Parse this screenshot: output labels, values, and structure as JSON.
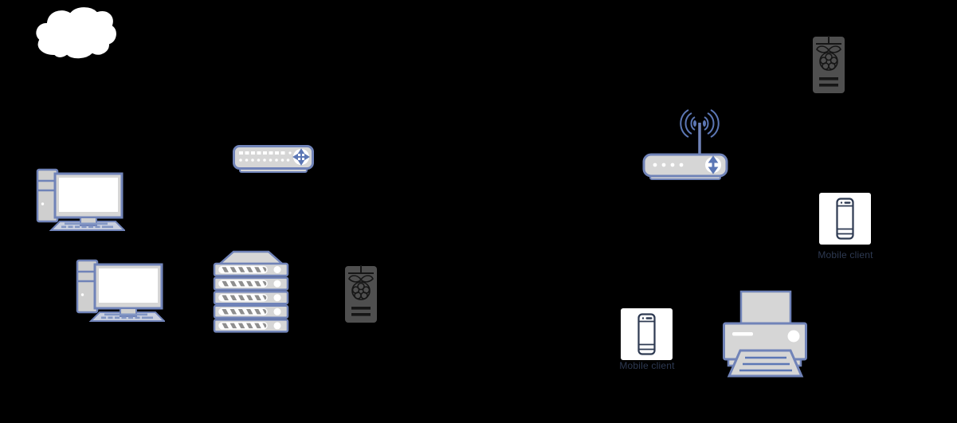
{
  "diagram": {
    "type": "network-topology",
    "background_color": "#000000",
    "colors": {
      "device_stroke": "#7083B8",
      "device_fill": "#D6D6D6",
      "screen_fill": "#FFFFFF",
      "dark_device_fill": "#4F4F4F",
      "dark_device_detail": "#161616",
      "label_text": "#2E3A52",
      "cloud_fill": "#FFFFFF"
    },
    "nodes": {
      "internet_cloud": {
        "icon": "cloud-icon"
      },
      "network_switch": {
        "icon": "network-switch-icon"
      },
      "desktop_pc_1": {
        "icon": "desktop-computer-icon"
      },
      "desktop_pc_2": {
        "icon": "desktop-computer-icon"
      },
      "server_rack": {
        "icon": "server-stack-icon"
      },
      "raspberry_pi_mid": {
        "icon": "raspberry-pi-icon"
      },
      "wireless_router": {
        "icon": "wireless-router-icon"
      },
      "raspberry_pi_top": {
        "icon": "raspberry-pi-icon"
      },
      "mobile_client_top": {
        "icon": "smartphone-icon",
        "label": "Mobile client"
      },
      "mobile_client_bottom": {
        "icon": "smartphone-icon",
        "label": "Mobile client"
      },
      "printer": {
        "icon": "printer-icon"
      }
    }
  }
}
